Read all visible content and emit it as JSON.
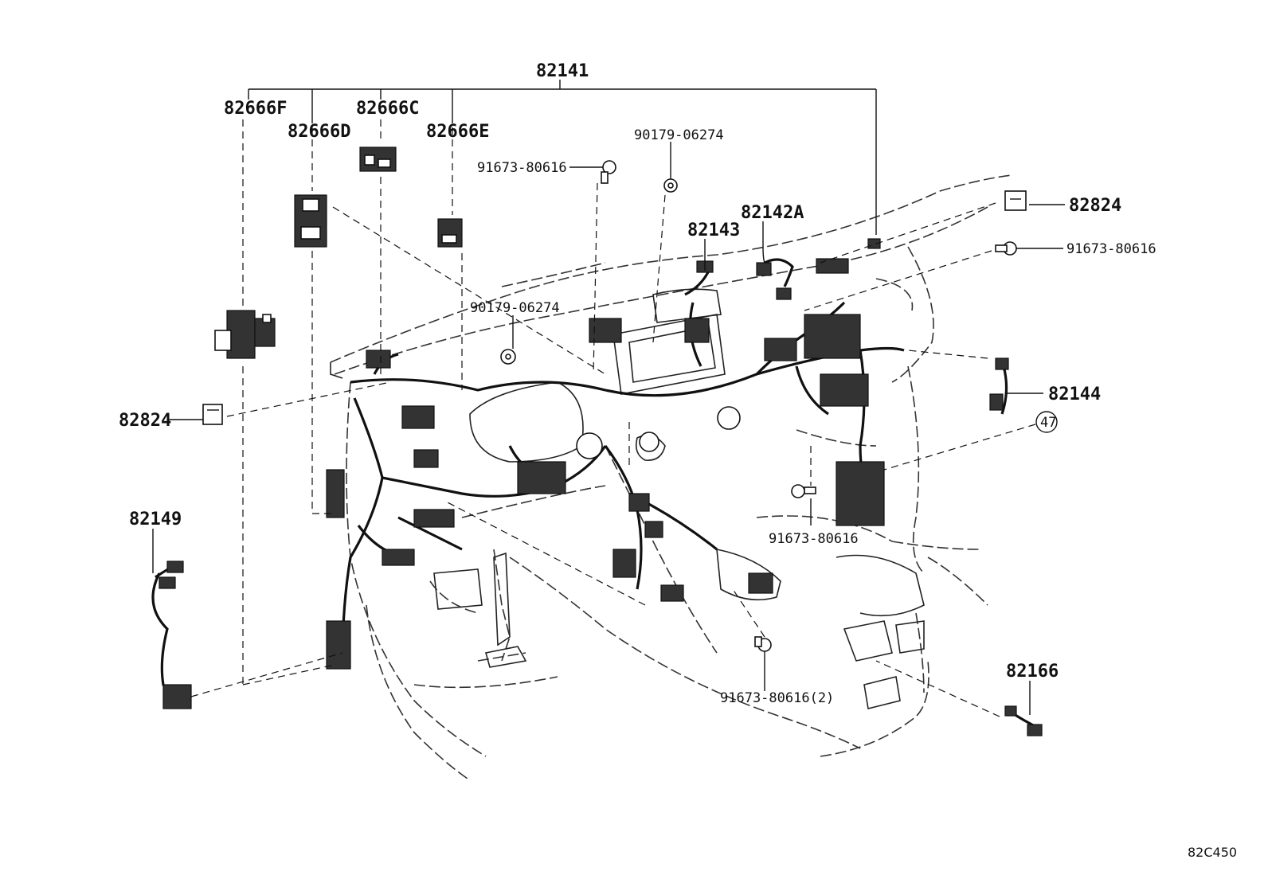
{
  "labels": {
    "harness_main": "82141",
    "harness_82666F": "82666F",
    "harness_82666D": "82666D",
    "harness_82666C": "82666C",
    "harness_82666E": "82666E",
    "clamp_top": "90179-06274",
    "bolt_top": "91673-80616",
    "harness_82143": "82143",
    "harness_82142A": "82142A",
    "block_right": "82824",
    "bolt_right": "91673-80616",
    "clamp_mid": "90179-06274",
    "block_left": "82824",
    "harness_82144": "82144",
    "ref_47": "47",
    "bolt_center": "91673-80616",
    "harness_82149": "82149",
    "harness_82166": "82166",
    "bolt_bottom": "91673-80616(2)"
  },
  "diagram_code": "82C450"
}
